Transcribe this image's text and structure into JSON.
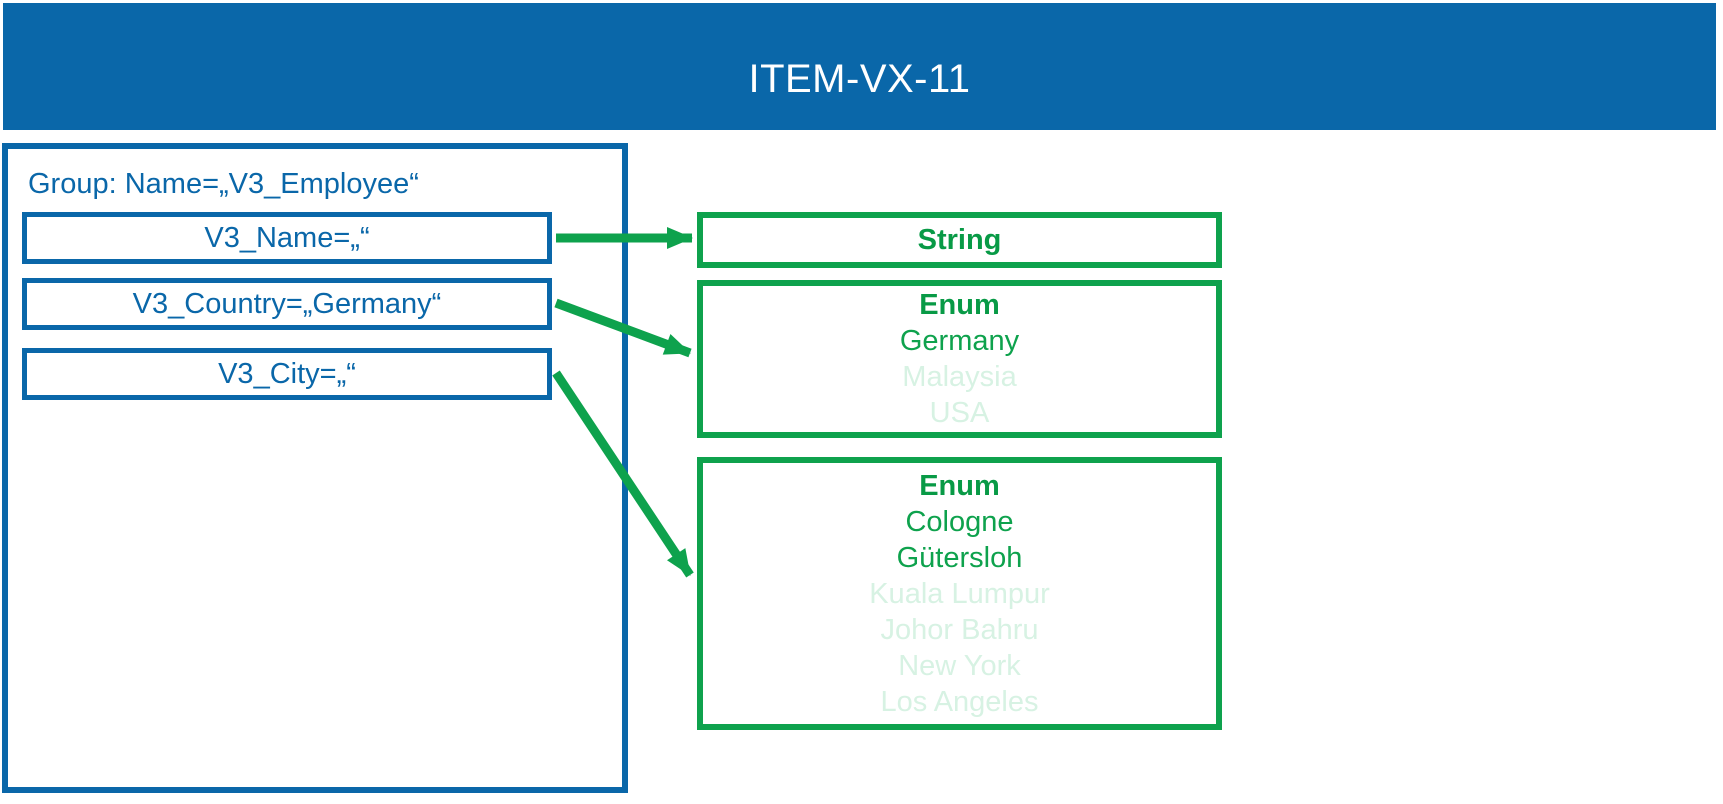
{
  "header": {
    "title": "ITEM-VX-11",
    "bg_color": "#0A67A9",
    "text_color": "#FFFFFF"
  },
  "group": {
    "label": "Group: Name=„V3_Employee“",
    "fields": [
      {
        "id": "v3_name",
        "label": "V3_Name=„“"
      },
      {
        "id": "v3_country",
        "label": "V3_Country=„Germany“"
      },
      {
        "id": "v3_city",
        "label": "V3_City=„“"
      }
    ]
  },
  "targets": {
    "string_type": {
      "type_label": "String"
    },
    "country_enum": {
      "type_label": "Enum",
      "options": [
        {
          "label": "Germany",
          "active": true
        },
        {
          "label": "Malaysia",
          "active": false
        },
        {
          "label": "USA",
          "active": false
        }
      ]
    },
    "city_enum": {
      "type_label": "Enum",
      "options": [
        {
          "label": "Cologne",
          "active": true
        },
        {
          "label": "Gütersloh",
          "active": true
        },
        {
          "label": "Kuala Lumpur",
          "active": false
        },
        {
          "label": "Johor Bahru",
          "active": false
        },
        {
          "label": "New York",
          "active": false
        },
        {
          "label": "Los Angeles",
          "active": false
        }
      ]
    }
  },
  "connections": [
    {
      "from": "V3_Name",
      "to": "String"
    },
    {
      "from": "V3_Country",
      "to": "Enum (Country)"
    },
    {
      "from": "V3_City",
      "to": "Enum (City)"
    }
  ],
  "colors": {
    "blue": "#0A67A9",
    "green": "#0EA24D",
    "green_faded": "#D7F2E3",
    "white": "#FFFFFF"
  }
}
